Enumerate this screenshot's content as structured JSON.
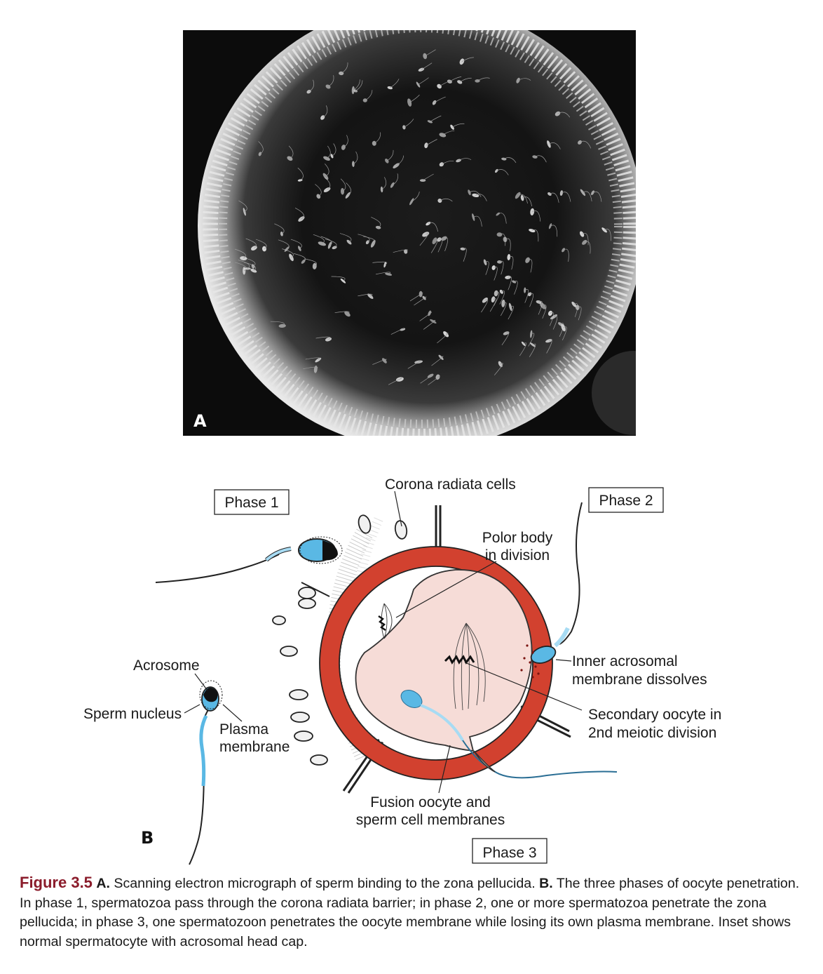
{
  "panel_a": {
    "letter": "A"
  },
  "panel_b": {
    "letter": "B",
    "phase1": "Phase 1",
    "phase2": "Phase 2",
    "phase3": "Phase 3",
    "corona": "Corona radiata cells",
    "polor_1": "Polor body",
    "polor_2": "in division",
    "inner_1": "Inner acrosomal",
    "inner_2": "membrane dissolves",
    "secondary_1": "Secondary oocyte in",
    "secondary_2": "2nd meiotic division",
    "fusion_1": "Fusion oocyte and",
    "fusion_2": "sperm cell membranes",
    "acrosome": "Acrosome",
    "nucleus": "Sperm nucleus",
    "plasma_1": "Plasma",
    "plasma_2": "membrane"
  },
  "colors": {
    "zona_red": "#d2412f",
    "oocyte_pink": "#f6dcd7",
    "sperm_blue": "#5ab8e4",
    "caption_red": "#8b1c2b"
  },
  "caption": {
    "fig_label": "Figure 3.5",
    "a_label": "A.",
    "a_text": " Scanning electron micrograph of sperm binding to the zona pellucida. ",
    "b_label": "B.",
    "b_text": " The three phases of oocyte penetration. In phase 1, spermatozoa pass through the corona radiata barrier; in phase 2, one or more spermatozoa penetrate the zona pellucida; in phase 3, one spermatozoon penetrates the oocyte membrane while losing its own plasma membrane. Inset shows normal spermatocyte with acrosomal head cap."
  }
}
